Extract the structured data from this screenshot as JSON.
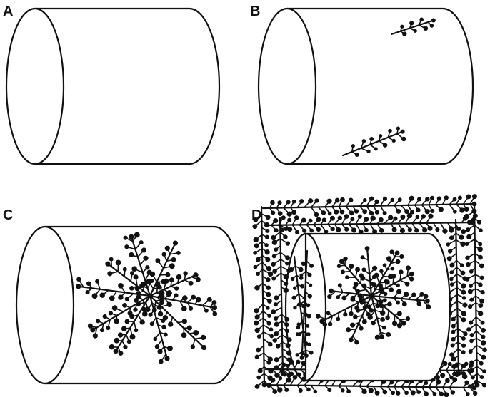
{
  "figure": {
    "panels": [
      {
        "id": "A",
        "label": "A",
        "stage": "empty"
      },
      {
        "id": "B",
        "label": "B",
        "stage": "initial"
      },
      {
        "id": "C",
        "label": "C",
        "stage": "radial"
      },
      {
        "id": "D",
        "label": "D",
        "stage": "overgrown"
      }
    ],
    "colors": {
      "ink": "#111111",
      "background": "#ffffff"
    }
  }
}
